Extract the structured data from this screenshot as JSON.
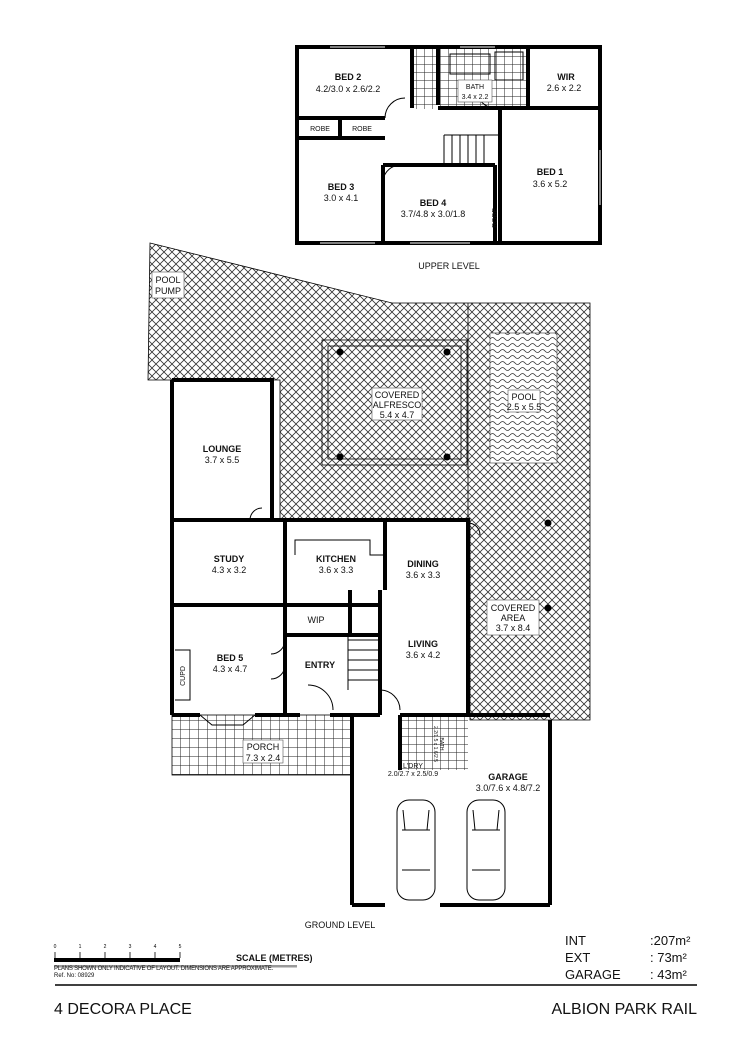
{
  "upper": {
    "title": "UPPER LEVEL",
    "rooms": [
      {
        "name": "BED 2",
        "dims": "4.2/3.0 x 2.6/2.2"
      },
      {
        "name": "BATH",
        "dims": "3.4 x 2.2"
      },
      {
        "name": "WIR",
        "dims": "2.6 x 2.2"
      },
      {
        "name": "ROBE"
      },
      {
        "name": "ROBE"
      },
      {
        "name": "BED 3",
        "dims": "3.0 x 4.1"
      },
      {
        "name": "BED 4",
        "dims": "3.7/4.8 x 3.0/1.8"
      },
      {
        "name": "ROBE"
      },
      {
        "name": "BED 1",
        "dims": "3.6 x 5.2"
      }
    ]
  },
  "ground": {
    "title": "GROUND LEVEL",
    "rooms": [
      {
        "name": "POOL",
        "dims": "PUMP"
      },
      {
        "name": "COVERED",
        "dims": "ALFRESCO",
        "extra": "5.4 x 4.7"
      },
      {
        "name": "POOL",
        "dims": "2.5 x 5.5"
      },
      {
        "name": "LOUNGE",
        "dims": "3.7 x 5.5"
      },
      {
        "name": "STUDY",
        "dims": "4.3 x 3.2"
      },
      {
        "name": "KITCHEN",
        "dims": "3.6 x 3.3"
      },
      {
        "name": "DINING",
        "dims": "3.6 x 3.3"
      },
      {
        "name": "COVERED",
        "dims": "AREA",
        "extra": "3.7 x 8.4"
      },
      {
        "name": "WIP"
      },
      {
        "name": "BED 5",
        "dims": "4.3 x 4.7"
      },
      {
        "name": "CUPD"
      },
      {
        "name": "ENTRY"
      },
      {
        "name": "LIVING",
        "dims": "3.6 x 4.2"
      },
      {
        "name": "PORCH",
        "dims": "7.3 x 2.4"
      },
      {
        "name": "L'DRY",
        "dims": "2.0/2.7 x 2.5/0.9"
      },
      {
        "name": "BATH",
        "dims": "2.2/1.5 x 1.6/2.5"
      },
      {
        "name": "GARAGE",
        "dims": "3.0/7.6 x 4.8/7.2"
      }
    ]
  },
  "scale": {
    "label": "SCALE (METRES)",
    "ticks": [
      "0",
      "1",
      "2",
      "3",
      "4",
      "5"
    ]
  },
  "disclaimer": "PLANS SHOWN ONLY INDICATIVE OF LAYOUT.  DIMENSIONS ARE APPROXIMATE.",
  "ref": "Ref. No: 08929",
  "areas": [
    {
      "label": "INT",
      "value": ":207m²"
    },
    {
      "label": "EXT",
      "value": ":  73m²"
    },
    {
      "label": "GARAGE",
      "value": ":  43m²"
    }
  ],
  "address": "4 DECORA PLACE",
  "suburb": "ALBION PARK RAIL"
}
